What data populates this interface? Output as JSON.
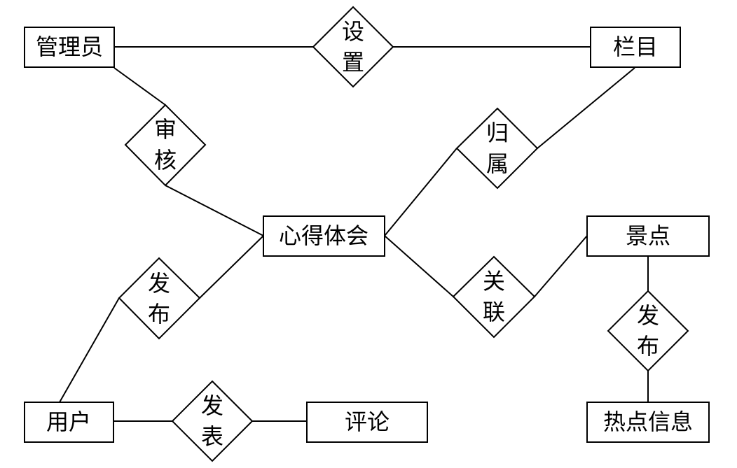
{
  "entities": {
    "admin": "管理员",
    "column": "栏目",
    "experience": "心得体会",
    "spot": "景点",
    "user": "用户",
    "comment": "评论",
    "hotinfo": "热点信息"
  },
  "relationships": {
    "setup": [
      "设",
      "置"
    ],
    "review": [
      "审",
      "核"
    ],
    "belong": [
      "归",
      "属"
    ],
    "publish_exp": [
      "发",
      "布"
    ],
    "relate": [
      "关",
      "联"
    ],
    "publish_hot": [
      "发",
      "布"
    ],
    "publish_comment": [
      "发",
      "表"
    ]
  }
}
